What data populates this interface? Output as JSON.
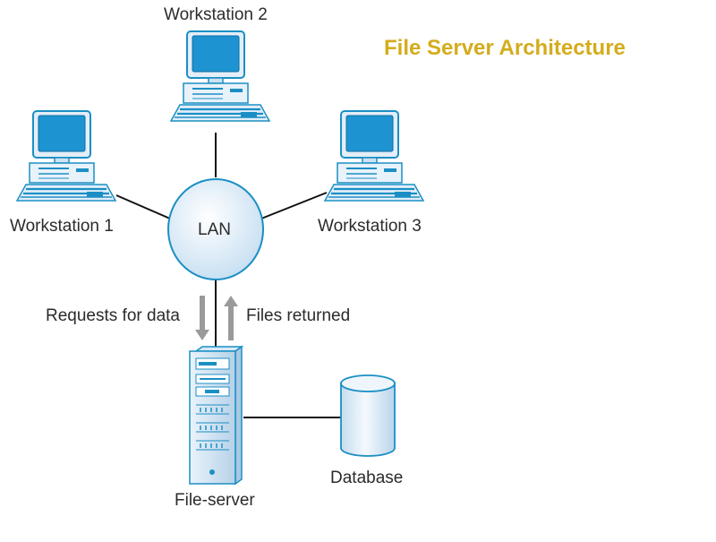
{
  "title": "File Server Architecture",
  "nodes": {
    "workstation_1": "Workstation 1",
    "workstation_2": "Workstation 2",
    "workstation_3": "Workstation 3",
    "lan": "LAN",
    "file_server": "File-server",
    "database": "Database"
  },
  "edges": {
    "request_label": "Requests for data",
    "return_label": "Files returned"
  },
  "colors": {
    "title": "#d4ac1c",
    "monitor_frame": "#1b8fc4",
    "screen": "#1e93d1",
    "lan_fill": "#dcecf9",
    "database_fill": "#d6e8f7"
  }
}
